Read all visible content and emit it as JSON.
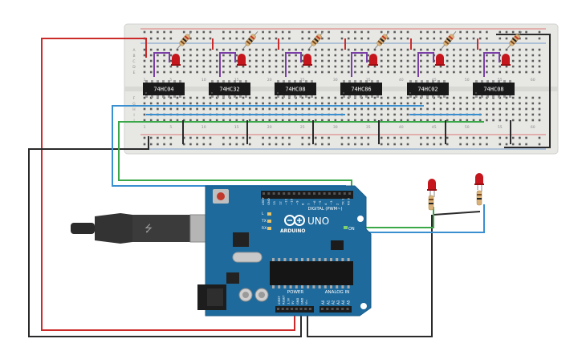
{
  "breadboard": {
    "column_numbers": [
      "1",
      "5",
      "10",
      "15",
      "20",
      "25",
      "30",
      "35",
      "40",
      "45",
      "50",
      "55",
      "60"
    ],
    "row_letters_top": [
      "A",
      "B",
      "C",
      "D",
      "E"
    ],
    "row_letters_bottom": [
      "F",
      "G",
      "H",
      "I",
      "J"
    ]
  },
  "chips": [
    {
      "label": "74HC04"
    },
    {
      "label": "74HC32"
    },
    {
      "label": "74HC08"
    },
    {
      "label": "74HC86"
    },
    {
      "label": "74HC02"
    },
    {
      "label": "74HC08"
    }
  ],
  "arduino": {
    "model": "UNO",
    "brand": "ARDUINO",
    "digital_header": "DIGITAL (PWM~)",
    "power_header": "POWER",
    "analog_header": "ANALOG IN",
    "digital_pins": [
      "AREF",
      "GND",
      "13",
      "12",
      "~11",
      "~10",
      "~9",
      "8",
      "7",
      "~6",
      "~5",
      "4",
      "~3",
      "2",
      "TX 1",
      "RX 0"
    ],
    "power_pins": [
      "IOREF",
      "RESET",
      "3.3V",
      "5V",
      "GND",
      "GND",
      "Vin"
    ],
    "analog_pins": [
      "A0",
      "A1",
      "A2",
      "A3",
      "A4",
      "A5"
    ],
    "leds": [
      "L",
      "TX",
      "RX"
    ],
    "on_label": "ON"
  },
  "colors": {
    "breadboard": "#e7e7e4",
    "board": "#1f6a9c",
    "wire_red": "#cc2b2b",
    "wire_black": "#2a2a2a",
    "wire_blue": "#3a8fd0",
    "wire_green": "#3aa848",
    "wire_purple": "#7b3fa8",
    "led_red": "#c4161c"
  }
}
